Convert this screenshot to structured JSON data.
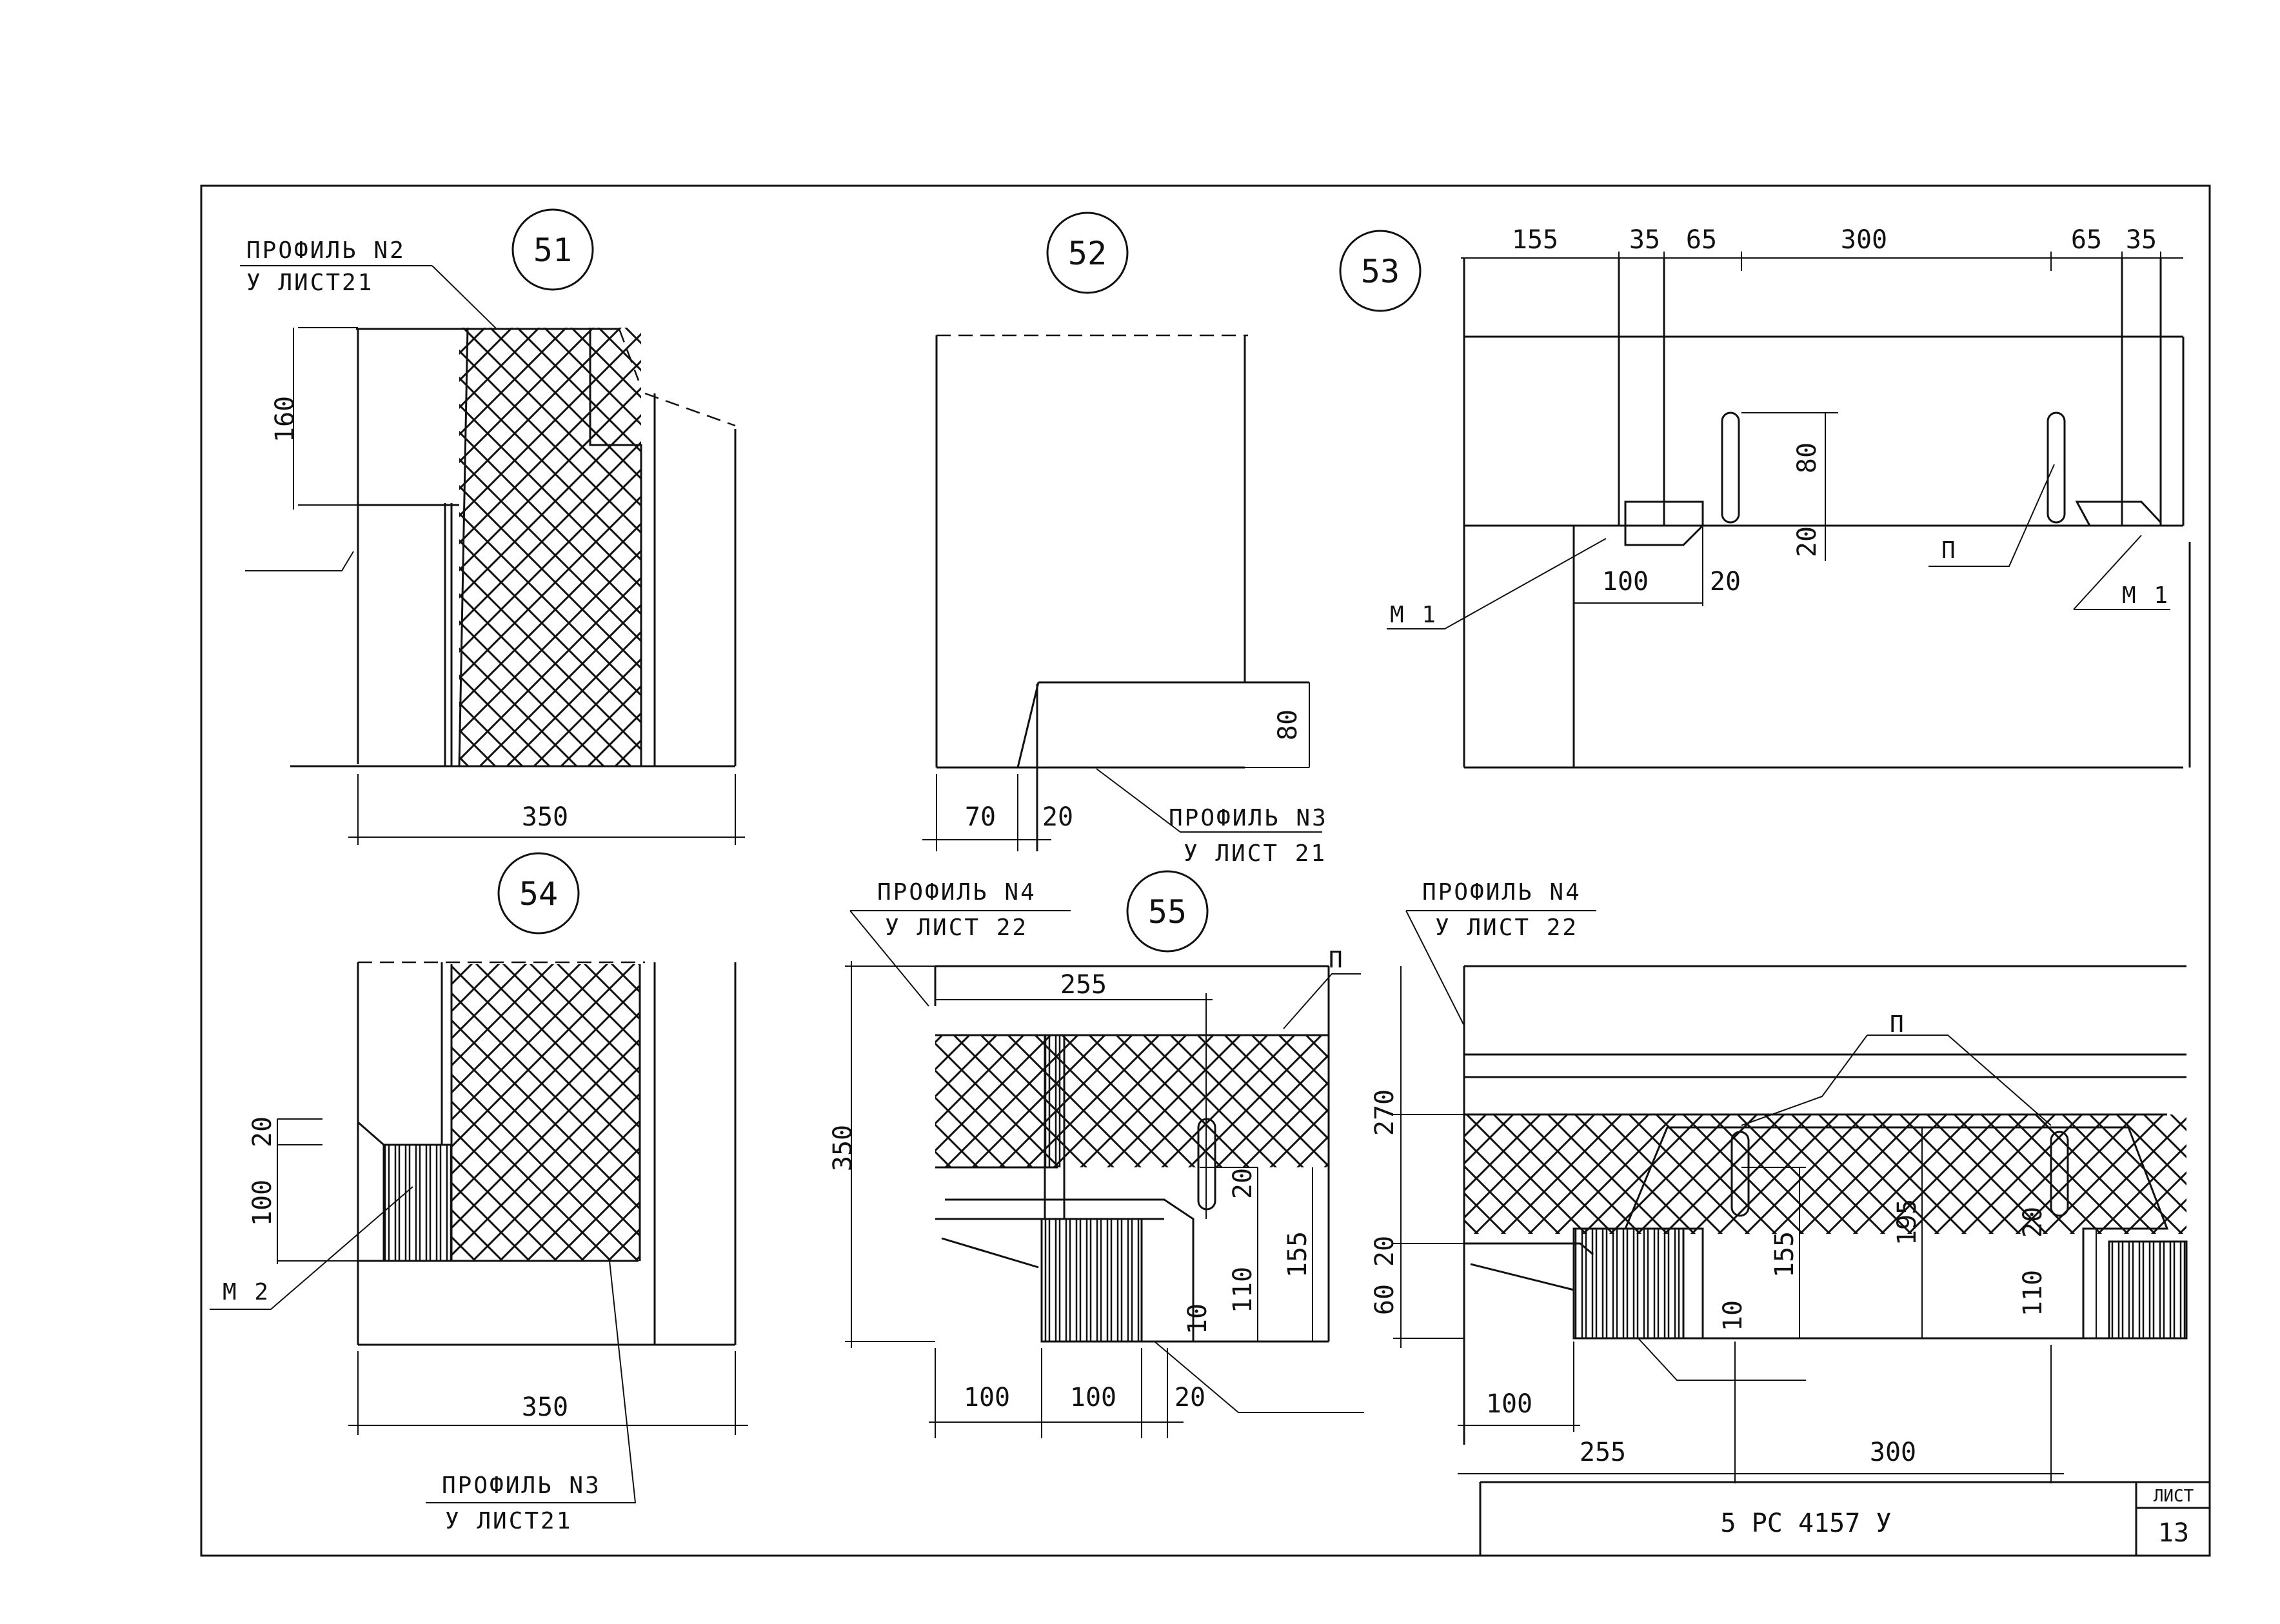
{
  "details": {
    "d51": {
      "number": "51",
      "profile_line1": "ПРОФИЛЬ N2",
      "profile_line2": "У ЛИСТ21",
      "dim_height": "160",
      "dim_width": "350"
    },
    "d52": {
      "number": "52",
      "dim_80": "80",
      "dim_70": "70",
      "dim_20": "20",
      "profile_line1": "ПРОФИЛЬ N3",
      "profile_line2": "У ЛИСТ 21"
    },
    "d53": {
      "number": "53",
      "dims_top": [
        "155",
        "35",
        "65",
        "300",
        "65",
        "35"
      ],
      "dim_80": "80",
      "dim_20v": "20",
      "dim_100": "100",
      "dim_20": "20",
      "label_p": "П",
      "label_m1_left": "М 1",
      "label_m1_right": "М 1"
    },
    "d54": {
      "number": "54",
      "dim_20": "20",
      "dim_100": "100",
      "dim_width": "350",
      "label_m2": "М 2",
      "profile_line1": "ПРОФИЛЬ N3",
      "profile_line2": "У ЛИСТ21"
    },
    "d55": {
      "number": "55",
      "profile_line1": "ПРОФИЛЬ N4",
      "profile_line2": "У ЛИСТ 22",
      "dim_255": "255",
      "dim_350": "350",
      "label_p": "П",
      "dim_20": "20",
      "dim_110": "110",
      "dim_155": "155",
      "dim_10": "10",
      "dims_bottom": [
        "100",
        "100",
        "20"
      ]
    },
    "d56": {
      "profile_line1": "ПРОФИЛЬ N4",
      "profile_line2": "У ЛИСТ 22",
      "label_p": "П",
      "dim_270": "270",
      "dim_20_left": "20",
      "dim_60": "60",
      "dim_10": "10",
      "dim_155": "155",
      "dim_195": "195",
      "dim_20_right": "20",
      "dim_110": "110",
      "dim_100": "100",
      "dim_255": "255",
      "dim_300": "300"
    }
  },
  "title_block": {
    "doc_code": "5 РС 4157 У",
    "sheet_label": "ЛИСТ",
    "sheet_number": "13"
  }
}
